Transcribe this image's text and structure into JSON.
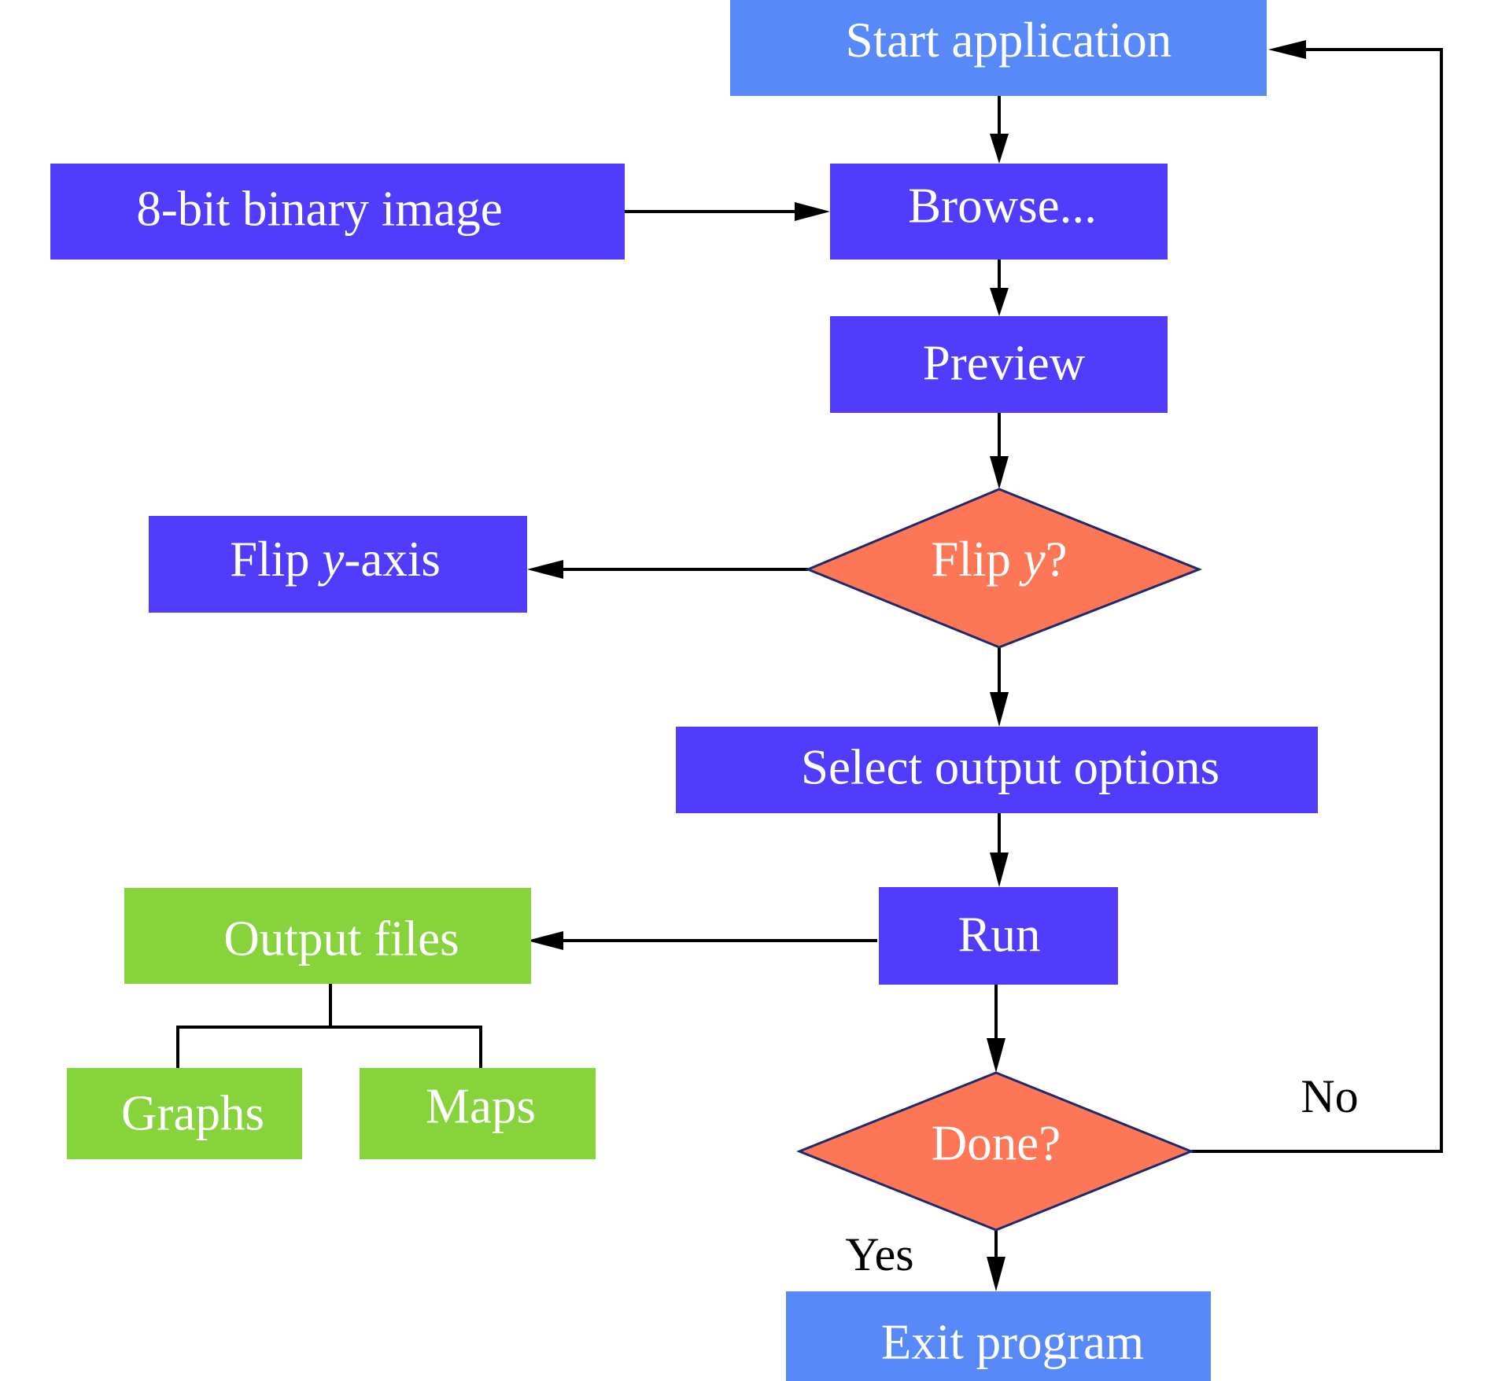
{
  "colors": {
    "terminal": "#5789f8",
    "process": "#523cfc",
    "decision": "#fd7655",
    "decision_border": "#1e2a6e",
    "output": "#86d33b",
    "line": "#000000"
  },
  "nodes": {
    "start": {
      "label": "Start application"
    },
    "binary_image": {
      "label": "8-bit binary image"
    },
    "browse": {
      "label": "Browse..."
    },
    "preview": {
      "label": "Preview"
    },
    "flip_decision": {
      "label_prefix": "Flip ",
      "label_italic": "y",
      "label_suffix": "?"
    },
    "flip_axis": {
      "label_prefix": "Flip ",
      "label_italic": "y",
      "label_suffix": "-axis"
    },
    "select_output": {
      "label": "Select output options"
    },
    "run": {
      "label": "Run"
    },
    "output_files": {
      "label": "Output files"
    },
    "graphs": {
      "label": "Graphs"
    },
    "maps": {
      "label": "Maps"
    },
    "done_decision": {
      "label": "Done?"
    },
    "exit": {
      "label": "Exit program"
    }
  },
  "edge_labels": {
    "no": "No",
    "yes": "Yes"
  }
}
